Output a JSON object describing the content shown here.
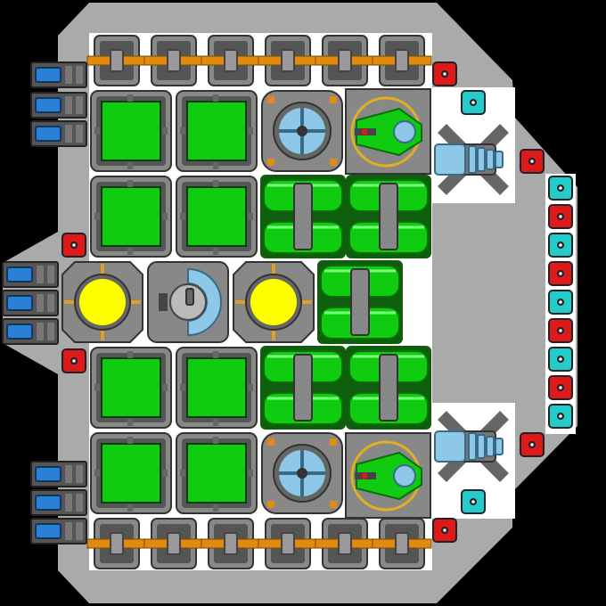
{
  "colors": {
    "background": "#000000",
    "hull": "#aaaaaa",
    "deck": "#ffffff",
    "tile_dark": "#555555",
    "tile_mid": "#888888",
    "tile_light": "#bbbbbb",
    "green": "#10cc10",
    "green_dark": "#0a6e0a",
    "yellow": "#ffff00",
    "orange": "#e08a10",
    "cyan": "#22cccc",
    "red": "#dd1a1a",
    "blue": "#2a7fd6",
    "ice": "#8ec8e8"
  },
  "blocks": {
    "cargo": {
      "icon": "cargo-container-icon",
      "color_role": "green"
    },
    "reactor": {
      "icon": "reactor-core-icon",
      "color_role": "yellow"
    },
    "thruster": {
      "icon": "thruster-icon",
      "color_role": "blue"
    },
    "rail": {
      "icon": "orange-conduit-icon",
      "color_role": "orange"
    },
    "tank": {
      "icon": "fuel-tank-icon",
      "color_role": "green"
    },
    "turret": {
      "icon": "laser-turret-icon",
      "color_role": "green"
    },
    "gyro": {
      "icon": "gyroscope-icon",
      "color_role": "ice"
    },
    "cannon": {
      "icon": "ion-cannon-icon",
      "color_role": "ice"
    },
    "command": {
      "icon": "command-module-icon",
      "color_role": "ice"
    },
    "light_red": {
      "icon": "red-light-icon",
      "color_role": "red"
    },
    "light_cyan": {
      "icon": "cyan-light-icon",
      "color_role": "cyan"
    }
  }
}
